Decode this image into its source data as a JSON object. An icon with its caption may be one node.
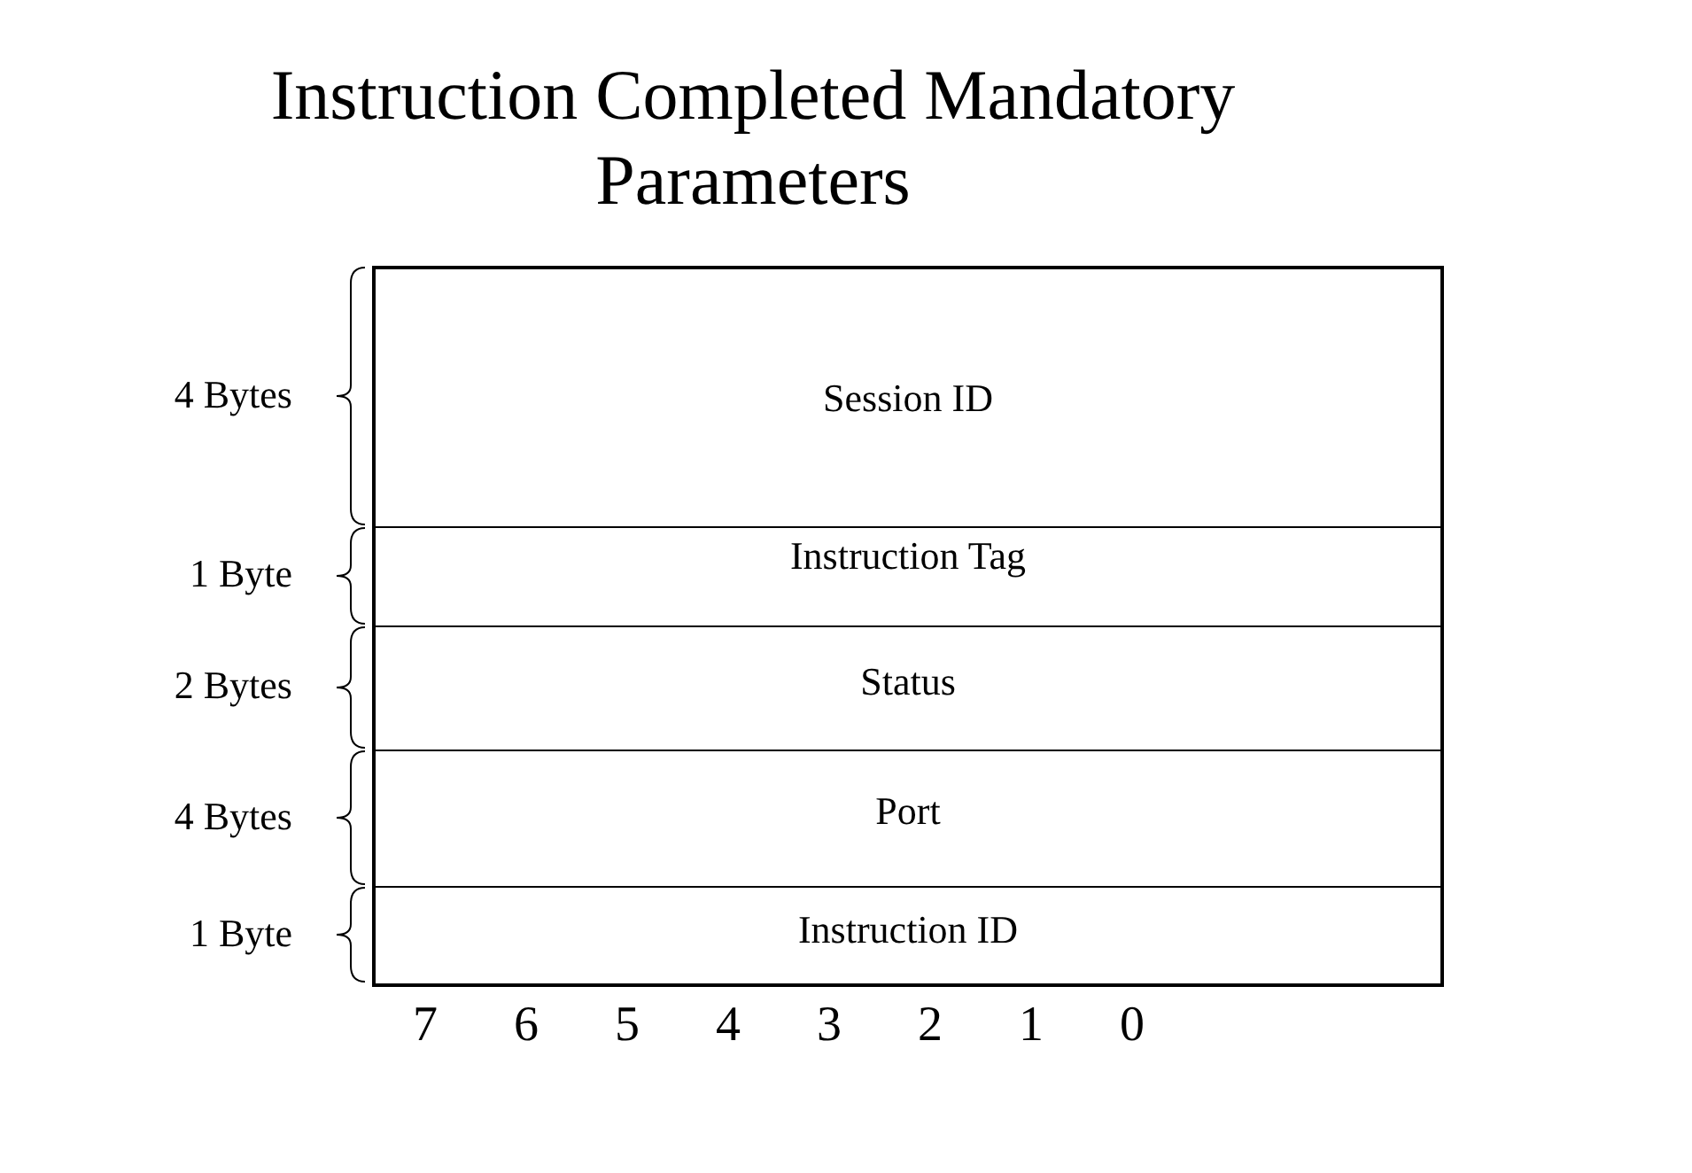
{
  "diagram": {
    "title": "Instruction Completed Mandatory Parameters",
    "nodes": [
      {
        "text": [
          "Session ID"
        ],
        "beside": [
          "4 Bytes"
        ]
      },
      {
        "text": [
          "Instruction Tag"
        ],
        "beside": [
          "1 Byte"
        ]
      },
      {
        "text": [
          "Status"
        ],
        "beside": [
          "2 Bytes"
        ]
      },
      {
        "text": [
          "Port"
        ],
        "beside": [
          "4 Bytes"
        ]
      },
      {
        "text": [
          "Instruction ID"
        ],
        "beside": [
          "1 Byte"
        ]
      }
    ],
    "labels": [
      "7",
      "6",
      "5",
      "4",
      "3",
      "2",
      "1",
      "0"
    ]
  }
}
